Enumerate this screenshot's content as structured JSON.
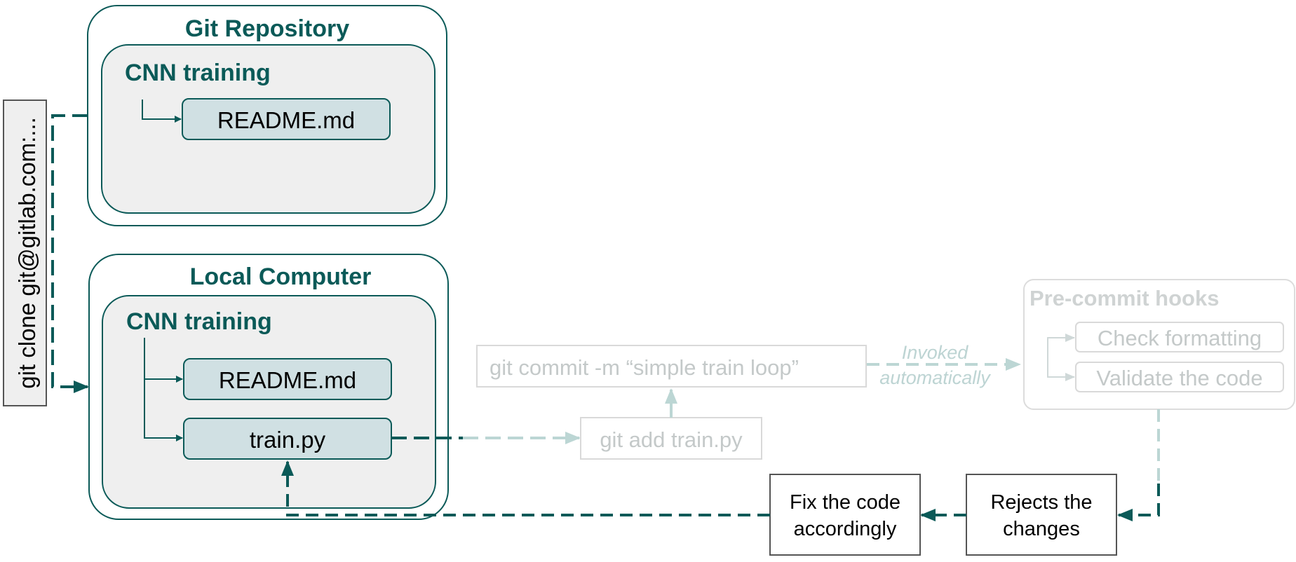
{
  "git_repository": {
    "title": "Git Repository",
    "folder": "CNN training",
    "files": [
      "README.md"
    ]
  },
  "local_computer": {
    "title": "Local Computer",
    "folder": "CNN training",
    "files": [
      "README.md",
      "train.py"
    ]
  },
  "clone_command": "git clone git@gitlab.com:...",
  "git_add": "git add train.py",
  "git_commit": "git commit -m  “simple train loop”",
  "invoked_note": [
    "Invoked",
    "automatically"
  ],
  "precommit": {
    "title": "Pre-commit hooks",
    "hooks": [
      "Check formatting",
      "Validate the code"
    ]
  },
  "rejects_box": [
    "Rejects the",
    "changes"
  ],
  "fix_box": [
    "Fix the code",
    "accordingly"
  ],
  "colors": {
    "accent": "#0b5a58",
    "panel_fill": "#efefef",
    "file_fill": "#d0e0e3",
    "faded_border": "#d9d9d9",
    "faded_arrow": "#bcd6d4"
  }
}
